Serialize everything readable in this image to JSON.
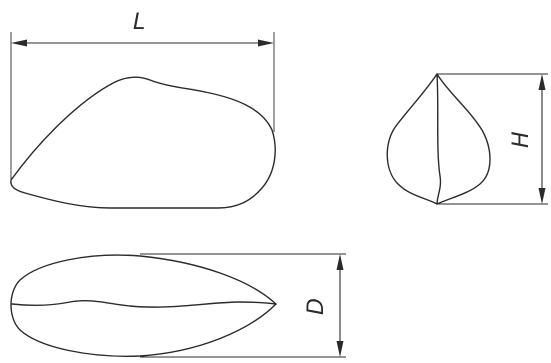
{
  "labels": {
    "length": "L",
    "height": "H",
    "diameter": "D"
  },
  "colors": {
    "stroke": "#2b2b2b",
    "background": "#ffffff"
  }
}
